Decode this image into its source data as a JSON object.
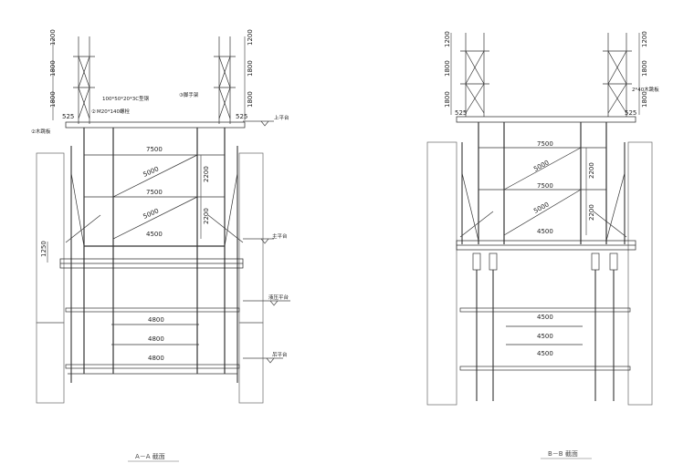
{
  "section_aa": {
    "caption": "A－A 截面",
    "dims_top": [
      "1200",
      "1800",
      "1800"
    ],
    "dims_top_right": [
      "1200",
      "1800",
      "1800"
    ],
    "edge_left": "525",
    "edge_right": "525",
    "label_steel": "100*50*20*3C型钢",
    "label_bolt": "M20*140螺栓",
    "label_bolt_num": "②",
    "label_scaffold": "③脚手架",
    "label_plank": "②木跳板",
    "platform_top": "上平台",
    "platform_main": "主平台",
    "platform_hydraulic": "液压平台",
    "platform_bottom": "吊平台",
    "dim_left": "1250",
    "spans": [
      "7500",
      "5000",
      "7500",
      "5000",
      "4500"
    ],
    "heights": [
      "2200",
      "2200"
    ],
    "lower_spans": [
      "4800",
      "4800",
      "4800"
    ]
  },
  "section_bb": {
    "caption": "B－B 截面",
    "dims_top": [
      "1200",
      "1800",
      "1800"
    ],
    "dims_top_right": [
      "1200",
      "1800",
      "1800"
    ],
    "edge_left": "525",
    "edge_right": "525",
    "label_plank": "2*40木跳板",
    "spans": [
      "7500",
      "5000",
      "7500",
      "5000",
      "4500"
    ],
    "heights": [
      "2200",
      "2200"
    ],
    "lower_spans": [
      "4500",
      "4500",
      "4500"
    ]
  }
}
